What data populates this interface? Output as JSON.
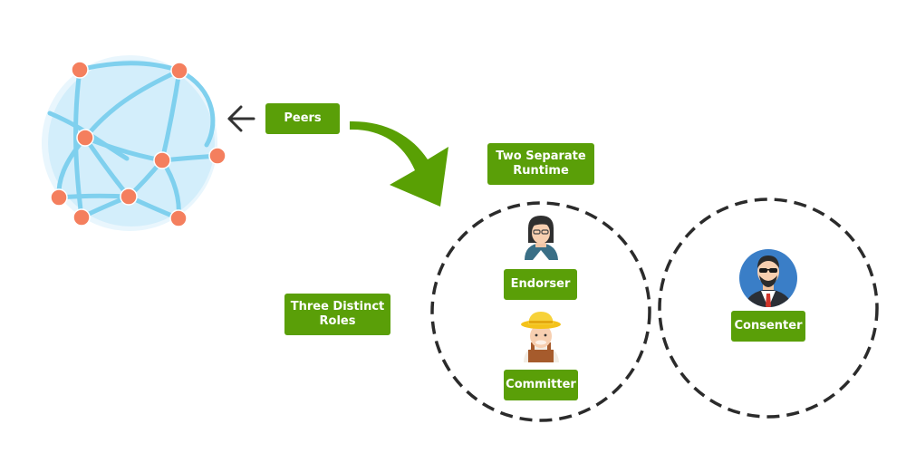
{
  "labels": {
    "peers": "Peers",
    "two_separate_runtime": "Two Separate\nRuntime",
    "three_distinct_roles": "Three Distinct\nRoles",
    "endorser": "Endorser",
    "committer": "Committer",
    "consenter": "Consenter"
  },
  "icons": {
    "globe": "network-globe-icon",
    "back_arrow": "left-arrow-icon",
    "curved_arrow": "curved-arrow-icon",
    "endorser": "businesswoman-avatar-icon",
    "committer": "farmer-avatar-icon",
    "consenter": "businessman-avatar-icon"
  },
  "colors": {
    "label_background": "#5a9f08",
    "label_text": "#ffffff",
    "globe_fill": "#d3eefb",
    "globe_lines": "#7fd0ee",
    "network_nodes": "#f47f5e",
    "curved_arrow": "#59a004",
    "dashed_circle": "#2b2b2b"
  }
}
